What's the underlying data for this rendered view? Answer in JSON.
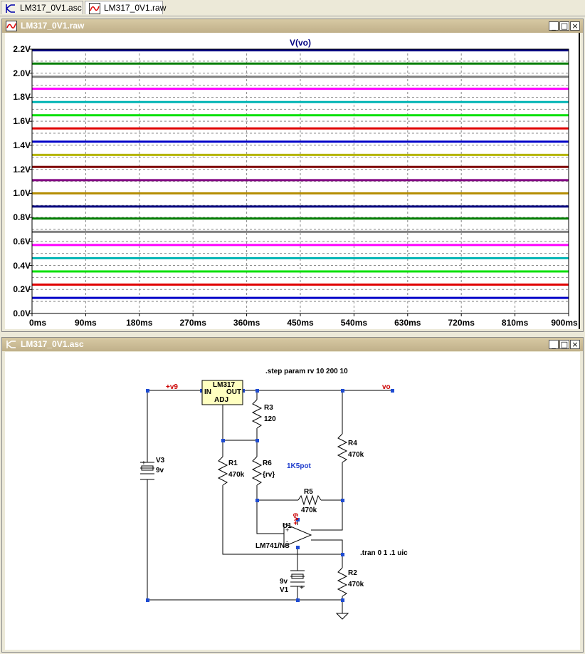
{
  "tabs": [
    {
      "label": "LM317_0V1.asc",
      "icon": "schematic-icon",
      "active": false
    },
    {
      "label": "LM317_0V1.raw",
      "icon": "waveform-icon",
      "active": true
    }
  ],
  "waveform_window": {
    "title": "LM317_0V1.raw",
    "buttons": {
      "minimize": "_",
      "restore": "□",
      "close": "×"
    }
  },
  "schematic_window": {
    "title": "LM317_0V1.asc",
    "buttons": {
      "minimize": "_",
      "restore": "□",
      "close": "×"
    }
  },
  "chart_data": {
    "type": "line",
    "title": "V(vo)",
    "xlabel": "",
    "ylabel": "",
    "x_ticks": [
      "0ms",
      "90ms",
      "180ms",
      "270ms",
      "360ms",
      "450ms",
      "540ms",
      "630ms",
      "720ms",
      "810ms",
      "900ms"
    ],
    "y_ticks": [
      "0.0V",
      "0.2V",
      "0.4V",
      "0.6V",
      "0.8V",
      "1.0V",
      "1.2V",
      "1.4V",
      "1.6V",
      "1.8V",
      "2.0V",
      "2.2V"
    ],
    "xlim": [
      0,
      900
    ],
    "ylim": [
      0,
      2.2
    ],
    "grid": true,
    "series": [
      {
        "value": 0.13,
        "color": "#0000c8"
      },
      {
        "value": 0.24,
        "color": "#e00000"
      },
      {
        "value": 0.35,
        "color": "#00e000"
      },
      {
        "value": 0.46,
        "color": "#00b4b4"
      },
      {
        "value": 0.57,
        "color": "#ff00ff"
      },
      {
        "value": 0.68,
        "color": "#808080"
      },
      {
        "value": 0.79,
        "color": "#007f00"
      },
      {
        "value": 0.89,
        "color": "#00007f"
      },
      {
        "value": 1.0,
        "color": "#b48c00"
      },
      {
        "value": 1.11,
        "color": "#800080"
      },
      {
        "value": 1.22,
        "color": "#7f0000"
      },
      {
        "value": 1.32,
        "color": "#b4b400"
      },
      {
        "value": 1.43,
        "color": "#0000c8"
      },
      {
        "value": 1.54,
        "color": "#e00000"
      },
      {
        "value": 1.65,
        "color": "#00e000"
      },
      {
        "value": 1.76,
        "color": "#00b4b4"
      },
      {
        "value": 1.87,
        "color": "#ff00ff"
      },
      {
        "value": 1.97,
        "color": "#808080"
      },
      {
        "value": 2.08,
        "color": "#007f00"
      },
      {
        "value": 2.19,
        "color": "#00007f"
      }
    ]
  },
  "schematic": {
    "directive_step": ".step param rv 10  200  10",
    "directive_tran": ".tran 0 1 .1 uic",
    "nets": {
      "v9": "+v9",
      "vo": "vo",
      "v9_opamp": "+v9"
    },
    "lm317": {
      "name": "LM317",
      "in": "IN",
      "out": "OUT",
      "adj": "ADJ"
    },
    "r3": {
      "name": "R3",
      "value": "120"
    },
    "r6": {
      "name": "R6",
      "value": "{rv}",
      "note": "1K5pot"
    },
    "r1": {
      "name": "R1",
      "value": "470k"
    },
    "r4": {
      "name": "R4",
      "value": "470k"
    },
    "r5": {
      "name": "R5",
      "value": "470k"
    },
    "r2": {
      "name": "R2",
      "value": "470k"
    },
    "v3": {
      "name": "V3",
      "value": "9v"
    },
    "v1": {
      "name": "V1",
      "value": "9v"
    },
    "u1": {
      "name": "U1",
      "model": "LM741/NS"
    },
    "plus": "+",
    "minus": "-"
  }
}
